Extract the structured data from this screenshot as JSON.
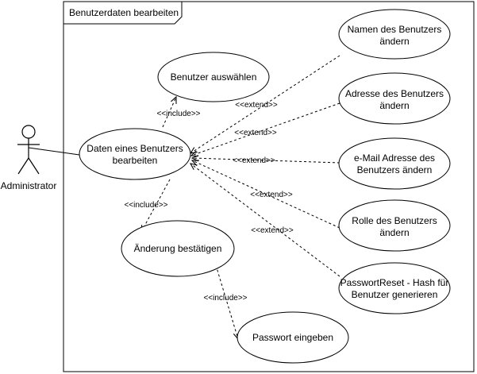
{
  "system_boundary": {
    "title": "Benutzerdaten bearbeiten"
  },
  "actor": {
    "name": "Administrator"
  },
  "use_cases": {
    "benutzer_auswaehlen": [
      "Benutzer auswählen"
    ],
    "daten_bearbeiten": [
      "Daten eines Benutzers",
      "bearbeiten"
    ],
    "aenderung_bestaetigen": [
      "Änderung bestätigen"
    ],
    "passwort_eingeben": [
      "Passwort eingeben"
    ],
    "namen_aendern": [
      "Namen des Benutzers",
      "ändern"
    ],
    "adresse_aendern": [
      "Adresse des Benutzers",
      "ändern"
    ],
    "email_aendern": [
      "e-Mail Adresse des",
      "Benutzers ändern"
    ],
    "rolle_aendern": [
      "Rolle des Benutzers",
      "ändern"
    ],
    "passwort_reset": [
      "PasswortReset - Hash für",
      "Benutzer generieren"
    ]
  },
  "relations": {
    "include_label": "<<include>>",
    "extend_label": "<<extend>>"
  },
  "style": {
    "stroke": "#000000",
    "background": "#ffffff"
  }
}
